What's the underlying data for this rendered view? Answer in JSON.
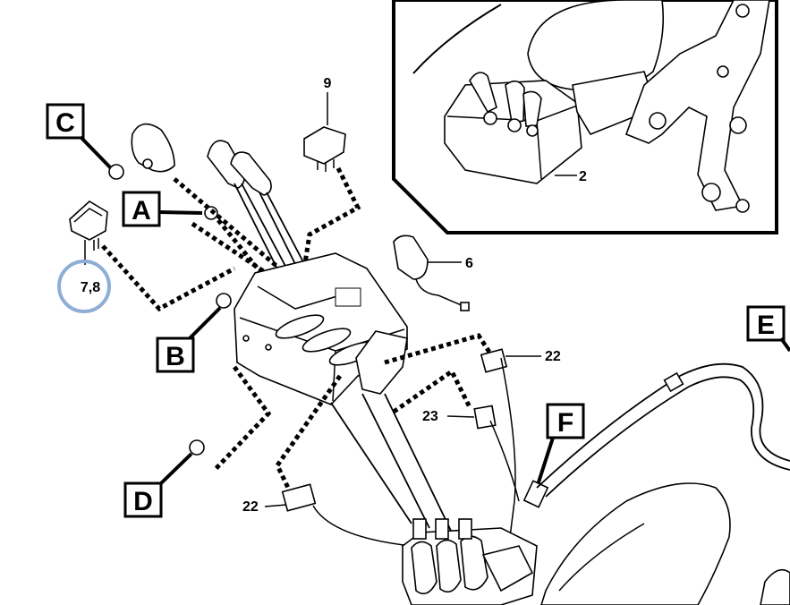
{
  "callouts": {
    "A": "A",
    "B": "B",
    "C": "C",
    "D": "D",
    "E": "E",
    "F": "F"
  },
  "part_numbers": {
    "inset_unit": "2",
    "switch_top": "9",
    "joystick_right": "6",
    "switch_left": "7,8",
    "connector_upper": "22",
    "connector_lower": "22",
    "connector_plug": "23"
  },
  "highlight": {
    "target": "7,8",
    "color": "#8eaed6"
  }
}
